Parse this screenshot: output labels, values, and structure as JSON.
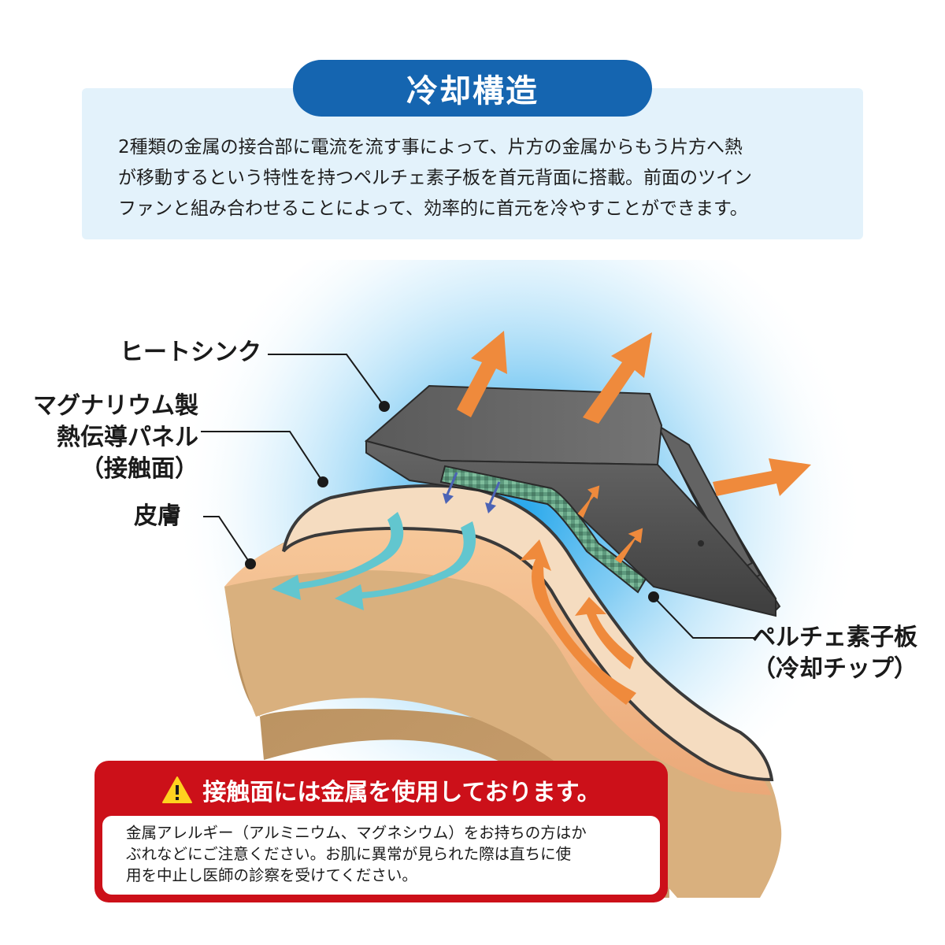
{
  "header": {
    "title": "冷却構造",
    "description_lines": [
      "2種類の金属の接合部に電流を流す事によって、片方の金属からもう片方へ熱",
      "が移動するという特性を持つペルチェ素子板を首元背面に搭載。前面のツイン",
      "ファンと組み合わせることによって、効率的に首元を冷やすことができます。"
    ]
  },
  "labels": {
    "heatsink": "ヒートシンク",
    "panel_line1": "マグナリウム製",
    "panel_line2": "熱伝導パネル",
    "panel_line3": "（接触面）",
    "skin": "皮膚",
    "peltier_line1": "ペルチェ素子板",
    "peltier_line2": "（冷却チップ）"
  },
  "warning": {
    "heading": "接触面には金属を使用しております。",
    "body_lines": [
      "金属アレルギー（アルミニウム、マグネシウム）をお持ちの方はか",
      "ぶれなどにご注意ください。お肌に異常が見られた際は直ちに使",
      "用を中止し医師の診察を受けてください。"
    ]
  },
  "colors": {
    "title_blue": "#1565b0",
    "panel_bg": "#e3f2fb",
    "warning_red": "#cc1019",
    "heat_arrow": "#ef8a3c",
    "cool_arrow": "#62c6cf",
    "skin": "#f0b98a",
    "heatsink": "#555555"
  }
}
